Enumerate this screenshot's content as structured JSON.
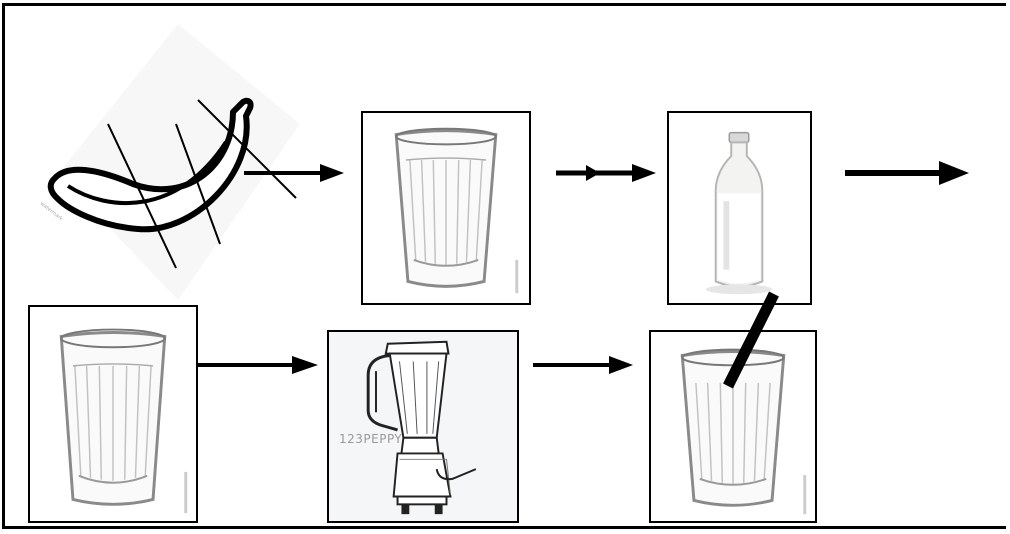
{
  "diagram": {
    "steps": [
      {
        "id": "banana",
        "icon": "banana-icon"
      },
      {
        "id": "glass-1",
        "icon": "glass-icon"
      },
      {
        "id": "milk-bottle",
        "icon": "milk-bottle-icon"
      },
      {
        "id": "glass-2",
        "icon": "glass-icon"
      },
      {
        "id": "blender",
        "icon": "blender-icon"
      },
      {
        "id": "glass-with-straw",
        "icon": "glass-straw-icon"
      }
    ],
    "blender_watermark": "123PEPPY"
  },
  "colors": {
    "stroke": "#000000",
    "background": "#ffffff",
    "milk": "#f4f4f2",
    "glass_line": "#9a9a9a"
  }
}
